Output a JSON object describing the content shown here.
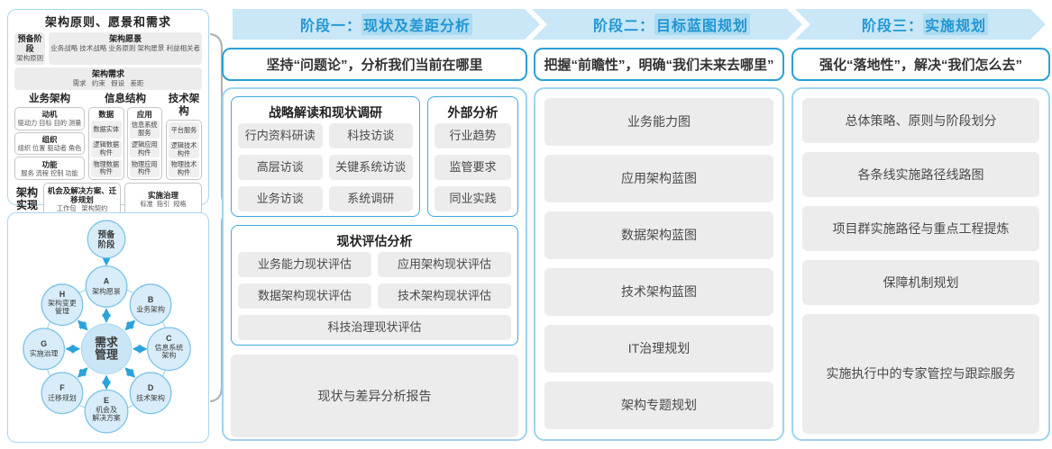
{
  "left_top_panel": {
    "title": "架构原则、愿景和需求",
    "prep_box": {
      "title": "预备阶段",
      "sub": "架构原则"
    },
    "vision_box": {
      "title": "架构愿景",
      "sub": "业务战略 技术战略 业务原则 架构愿景 利益相关者"
    },
    "requirement_box": {
      "title": "架构需求",
      "sub": "需求   约束   假设   差距"
    },
    "business_arch": {
      "title": "业务架构",
      "groups": [
        {
          "title": "动机",
          "sub": "驱动力 目标 目的 测量"
        },
        {
          "title": "组织",
          "sub": "组织 位置 驱动者 角色"
        },
        {
          "title": "功能",
          "sub": "服务 流程 控制 功能"
        }
      ]
    },
    "info_struct": {
      "title": "信息结构",
      "data_col": {
        "title": "数据",
        "items": [
          "数据实体",
          "逻辑数据构件",
          "物理数据构件"
        ]
      },
      "app_col": {
        "title": "应用",
        "items": [
          "信息系统服务",
          "逻辑应用构件",
          "物理应用构件"
        ]
      }
    },
    "tech_arch": {
      "title": "技术架构",
      "items": [
        "平台服务",
        "逻辑技术构件",
        "物理技术构件"
      ]
    },
    "realization": {
      "label": "架构实现",
      "box1": {
        "title": "机会及解决方案、迁移规划",
        "sub": "工作包   架构契约"
      },
      "box2": {
        "title": "实施治理",
        "sub": "标准  指引  规格"
      }
    }
  },
  "adm_diagram": {
    "prep_line1": "预备",
    "prep_line2": "阶段",
    "center_line1": "需求",
    "center_line2": "管理",
    "nodes": [
      {
        "letter": "A",
        "line1": "架构愿景",
        "line2": ""
      },
      {
        "letter": "B",
        "line1": "业务架构",
        "line2": ""
      },
      {
        "letter": "C",
        "line1": "信息系统",
        "line2": "架构"
      },
      {
        "letter": "D",
        "line1": "技术架构",
        "line2": ""
      },
      {
        "letter": "E",
        "line1": "机会及",
        "line2": "解决方案"
      },
      {
        "letter": "F",
        "line1": "迁移规划",
        "line2": ""
      },
      {
        "letter": "G",
        "line1": "实施治理",
        "line2": ""
      },
      {
        "letter": "H",
        "line1": "架构变更",
        "line2": "管理"
      }
    ]
  },
  "phase1": {
    "band_prefix": "阶段一：",
    "band_title": "现状及差距分析",
    "subtitle": "坚持“问题论”，分析我们当前在哪里",
    "strategy_box": {
      "title": "战略解读和现状调研",
      "items": [
        "行内资料研读",
        "科技访谈",
        "高层访谈",
        "关键系统访谈",
        "业务访谈",
        "系统调研"
      ]
    },
    "external_box": {
      "title": "外部分析",
      "items": [
        "行业趋势",
        "监管要求",
        "同业实践"
      ]
    },
    "assessment_box": {
      "title": "现状评估分析",
      "items": [
        "业务能力现状评估",
        "应用架构现状评估",
        "数据架构现状评估",
        "技术架构现状评估"
      ],
      "full_item": "科技治理现状评估"
    },
    "report": "现状与差异分析报告"
  },
  "phase2": {
    "band_prefix": "阶段二：",
    "band_title": "目标蓝图规划",
    "subtitle": "把握“前瞻性”，明确“我们未来去哪里”",
    "items": [
      "业务能力图",
      "应用架构蓝图",
      "数据架构蓝图",
      "技术架构蓝图",
      "IT治理规划",
      "架构专题规划"
    ]
  },
  "phase3": {
    "band_prefix": "阶段三：",
    "band_title": "实施规划",
    "subtitle": "强化“落地性”，解决“我们怎么去”",
    "items": [
      "总体策略、原则与阶段划分",
      "各条线实施路径线路图",
      "项目群实施路径与重点工程提炼",
      "保障机制规划"
    ],
    "tall_item": "实施执行中的专家管控与跟踪服务"
  }
}
